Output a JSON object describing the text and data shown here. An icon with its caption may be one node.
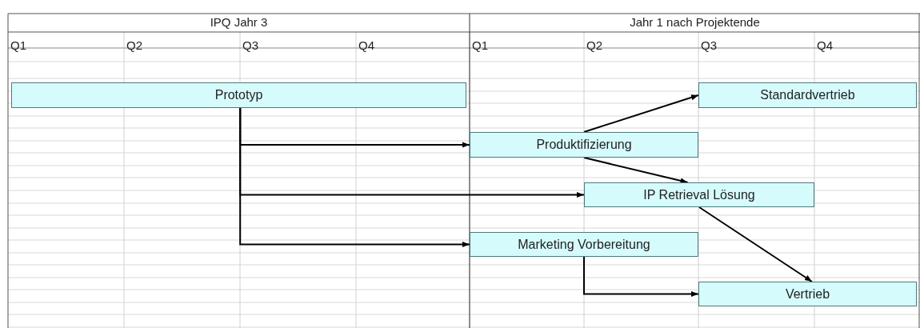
{
  "diagram": {
    "nodes": [
      {
        "text": [
          "Prototyp"
        ]
      },
      {
        "text": [
          "Standardvertrieb"
        ]
      },
      {
        "text": [
          "Produktifizierung"
        ]
      },
      {
        "text": [
          "IP Retrieval Lösung"
        ]
      },
      {
        "text": [
          "Marketing Vorbereitung"
        ]
      },
      {
        "text": [
          "Vertrieb"
        ]
      }
    ],
    "edges": [
      {
        "from": 0,
        "to": 2,
        "arrow": "to"
      },
      {
        "from": 0,
        "to": 3,
        "arrow": "to"
      },
      {
        "from": 0,
        "to": 4,
        "arrow": "to"
      },
      {
        "from": 2,
        "to": 1,
        "arrow": "to"
      },
      {
        "from": 2,
        "to": 3,
        "arrow": "to"
      },
      {
        "from": 3,
        "to": 5,
        "arrow": "to"
      },
      {
        "from": 4,
        "to": 5,
        "arrow": "to"
      }
    ],
    "labels": [
      "IPQ Jahr 3",
      "Jahr 1 nach Projektende",
      "Q1",
      "Q2",
      "Q3",
      "Q4",
      "Q1",
      "Q2",
      "Q3",
      "Q4"
    ]
  }
}
